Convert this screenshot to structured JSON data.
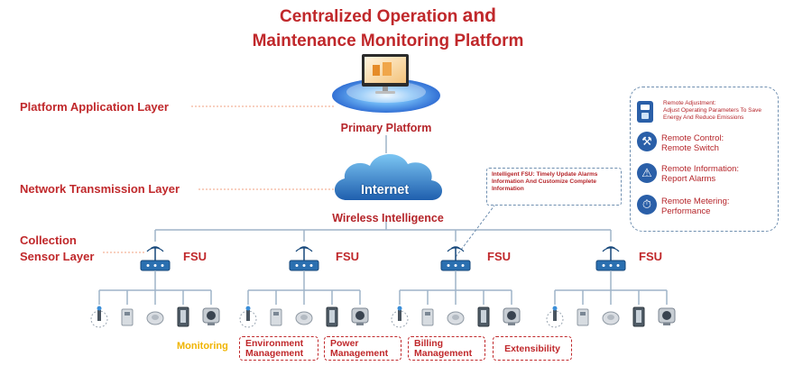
{
  "title": {
    "line1_part1": "Centralized Operation ",
    "line1_part2": "and",
    "line2": "Maintenance Monitoring Platform"
  },
  "layers": {
    "platform": "Platform Application Layer",
    "network": "Network Transmission Layer",
    "collection_line1": "Collection",
    "collection_line2": "Sensor Layer"
  },
  "nodes": {
    "primary_platform": "Primary Platform",
    "internet": "Internet",
    "wireless": "Wireless Intelligence",
    "fsu": [
      "FSU",
      "FSU",
      "FSU",
      "FSU"
    ]
  },
  "callout": "Intelligent FSU: Timely Update Alarms Information And Customize Complete Information",
  "legend": {
    "items": [
      {
        "icon": "remote-adjustment-icon",
        "line1": "Remote Adjustment:",
        "line2": "Adjust Operating Parameters To Save Energy And Reduce Emissions",
        "small": true
      },
      {
        "icon": "wrench-icon",
        "line1": "Remote Control:",
        "line2": "Remote Switch",
        "small": false
      },
      {
        "icon": "warning-icon",
        "line1": "Remote Information:",
        "line2": "Report Alarms",
        "small": false
      },
      {
        "icon": "stopwatch-icon",
        "line1": "Remote Metering:",
        "line2": "Performance",
        "small": false
      }
    ]
  },
  "categories": {
    "monitoring": "Monitoring",
    "environment": [
      "Environment",
      "Management"
    ],
    "power": [
      "Power",
      "Management"
    ],
    "billing": [
      "Billing",
      "Management"
    ],
    "extensibility": "Extensibility"
  },
  "colors": {
    "accent_red": "#c0282b",
    "line_blue": "#9fb4c8",
    "router_blue": "#2a6fb0",
    "monitoring_yellow": "#f0b400"
  }
}
